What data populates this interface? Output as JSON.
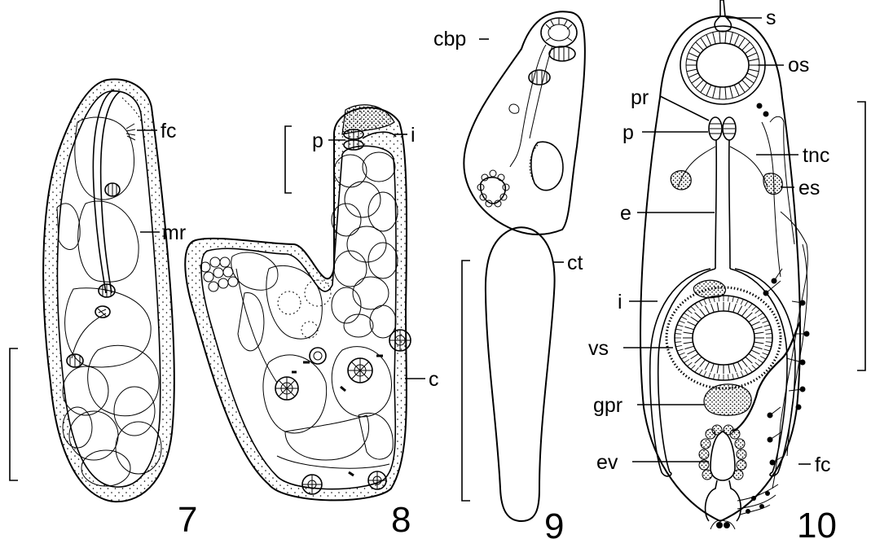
{
  "figures": [
    {
      "id": "fig7",
      "number": "7",
      "labels": [
        "fc",
        "mr"
      ]
    },
    {
      "id": "fig8",
      "number": "8",
      "labels": [
        "p",
        "i",
        "c"
      ]
    },
    {
      "id": "fig9",
      "number": "9",
      "labels": [
        "cbp",
        "ct"
      ]
    },
    {
      "id": "fig10",
      "number": "10",
      "labels": [
        "s",
        "os",
        "pr",
        "p",
        "tnc",
        "es",
        "e",
        "i",
        "vs",
        "gpr",
        "ev",
        "fc"
      ]
    }
  ],
  "colors": {
    "ink": "#000000",
    "background": "#ffffff"
  }
}
